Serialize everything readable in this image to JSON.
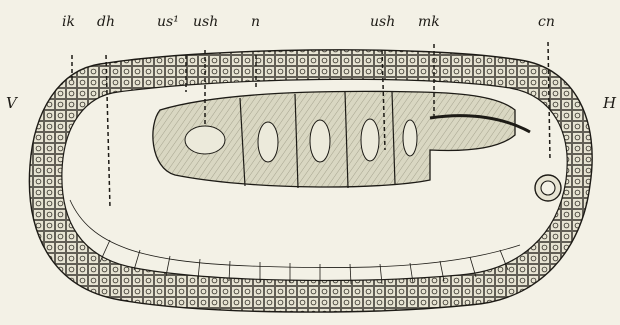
{
  "figure": {
    "ink_color": "#1d1b16",
    "paper_color": "#f3f1e6",
    "labels": {
      "ik": "ik",
      "dh": "dh",
      "us1": "us¹",
      "ush_left": "ush",
      "n": "n",
      "ush_right": "ush",
      "mk": "mk",
      "cn": "cn",
      "V": "V",
      "H": "H"
    }
  }
}
